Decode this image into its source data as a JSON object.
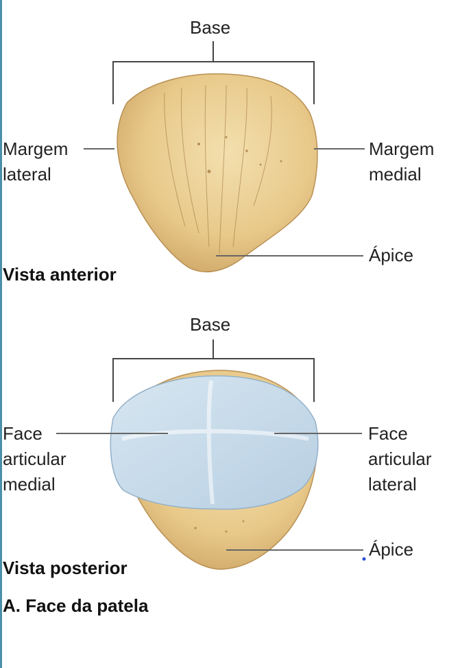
{
  "anterior": {
    "base_label": "Base",
    "margin_lateral": [
      "Margem",
      "lateral"
    ],
    "margin_medial": [
      "Margem",
      "medial"
    ],
    "apex_label": "Ápice",
    "view_title": "Vista anterior"
  },
  "posterior": {
    "base_label": "Base",
    "face_medial": [
      "Face",
      "articular",
      "medial"
    ],
    "face_lateral": [
      "Face",
      "articular",
      "lateral"
    ],
    "apex_label": "Ápice",
    "view_title": "Vista posterior"
  },
  "figure_caption": "A. Face da patela",
  "colors": {
    "bone": "#e8c98a",
    "bone_shadow": "#c9a060",
    "cartilage": "#c4d8e8",
    "leader": "#555555",
    "border_accent": "#4a8fa8"
  }
}
